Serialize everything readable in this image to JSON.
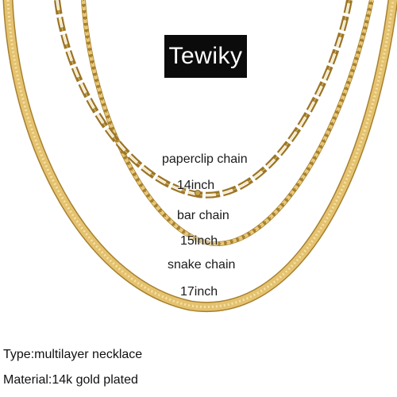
{
  "brand": "Tewiky",
  "chains": [
    {
      "name": "paperclip chain",
      "length": "14inch"
    },
    {
      "name": "bar chain",
      "length": "15inch"
    },
    {
      "name": "snake chain",
      "length": "17inch"
    }
  ],
  "specs": {
    "type": "Type:multilayer necklace",
    "material": "Material:14k gold plated"
  },
  "colors": {
    "gold": "#d9b45a",
    "gold_dark": "#a7802e",
    "gold_light": "#f3dc95"
  }
}
